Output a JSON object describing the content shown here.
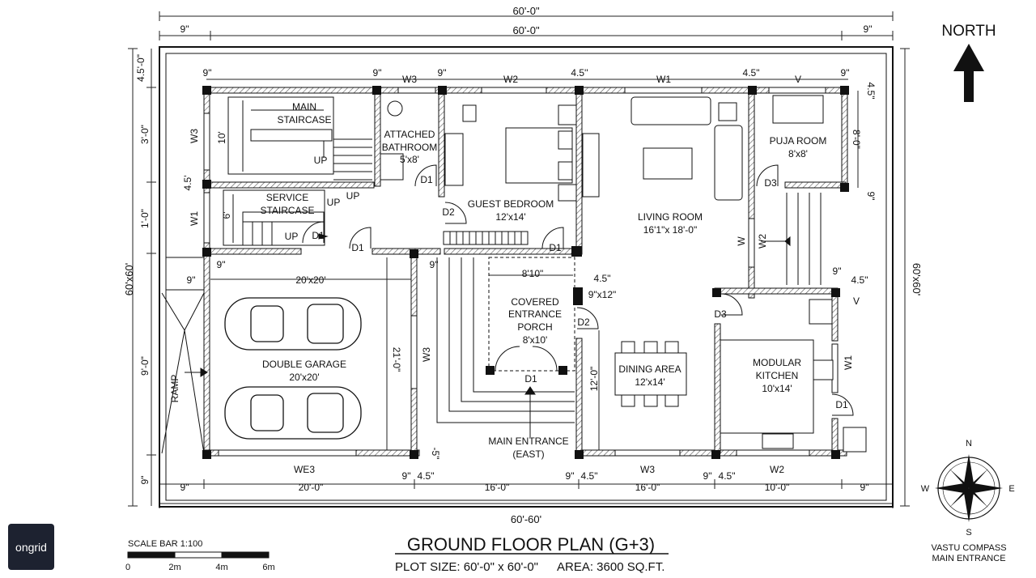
{
  "north_label": "NORTH",
  "brand": "ongrid",
  "title": "GROUND FLOOR PLAN (G+3)",
  "plot_line": {
    "plot_size": "PLOT SIZE: 60'-0\" x 60'-0\"",
    "area": "AREA: 3600 SQ.FT."
  },
  "scale": {
    "label": "SCALE BAR 1:100",
    "ticks": [
      "0",
      "2m",
      "4m",
      "6m"
    ]
  },
  "compass": {
    "n": "N",
    "s": "S",
    "e": "E",
    "w": "W",
    "caption_1": "VASTU COMPASS",
    "caption_2": "MAIN ENTRANCE"
  },
  "rooms": {
    "main_staircase": [
      "MAIN",
      "STAIRCASE"
    ],
    "attached_bathroom": [
      "ATTACHED",
      "BATHROOM",
      "5'x8'"
    ],
    "guest_bedroom": [
      "GUEST BEDROOM",
      "12'x14'"
    ],
    "living_room": [
      "LIVING ROOM",
      "16'1\"x 18'-0\""
    ],
    "puja_room": [
      "PUJA ROOM",
      "8'x8'"
    ],
    "service_staircase": [
      "SERVICE",
      "STAIRCASE"
    ],
    "double_garage": [
      "DOUBLE GARAGE",
      "20'x20'"
    ],
    "covered_porch": [
      "COVERED",
      "ENTRANCE",
      "PORCH",
      "8'x10'"
    ],
    "dining_area": [
      "DINING AREA",
      "12'x14'"
    ],
    "modular_kitchen": [
      "MODULAR",
      "KITCHEN",
      "10'x14'"
    ],
    "main_entrance": [
      "MAIN ENTRANCE",
      "(EAST)"
    ],
    "ramp": "RAMP"
  },
  "tags": {
    "up": "UP",
    "d1": "D1",
    "d2": "D2",
    "d3": "D3",
    "w": "W",
    "w1": "W1",
    "w2": "W2",
    "w3": "W3",
    "we3": "WE3",
    "v": "V"
  },
  "dims": {
    "overall": "60'-0\"",
    "bottom_overall": "60'-60'",
    "side_overall": "60'x60'",
    "in9": "9\"",
    "in45": "4.5\"",
    "in45_alt": "4.5'",
    "in45_top": "4.5''",
    "in45_rt": "4.5\"",
    "ft450": "4.5'-0\"",
    "ft30": "3'-0\"",
    "ft10": "1'-0\"",
    "ft90": "9'-0\"",
    "ft80": "8'-0\"",
    "ft10b": "10'",
    "ft6": "6'",
    "ft20x20": "20'x20'",
    "ft21": "21'-0\"",
    "ft810": "8'10\"",
    "ft9x12": "9\"x12\"",
    "ft12": "12'-0\"",
    "ft200": "20'-0\"",
    "ft160": "16'-0\"",
    "ft100": "10'-0\"",
    "in5": "-5\""
  }
}
